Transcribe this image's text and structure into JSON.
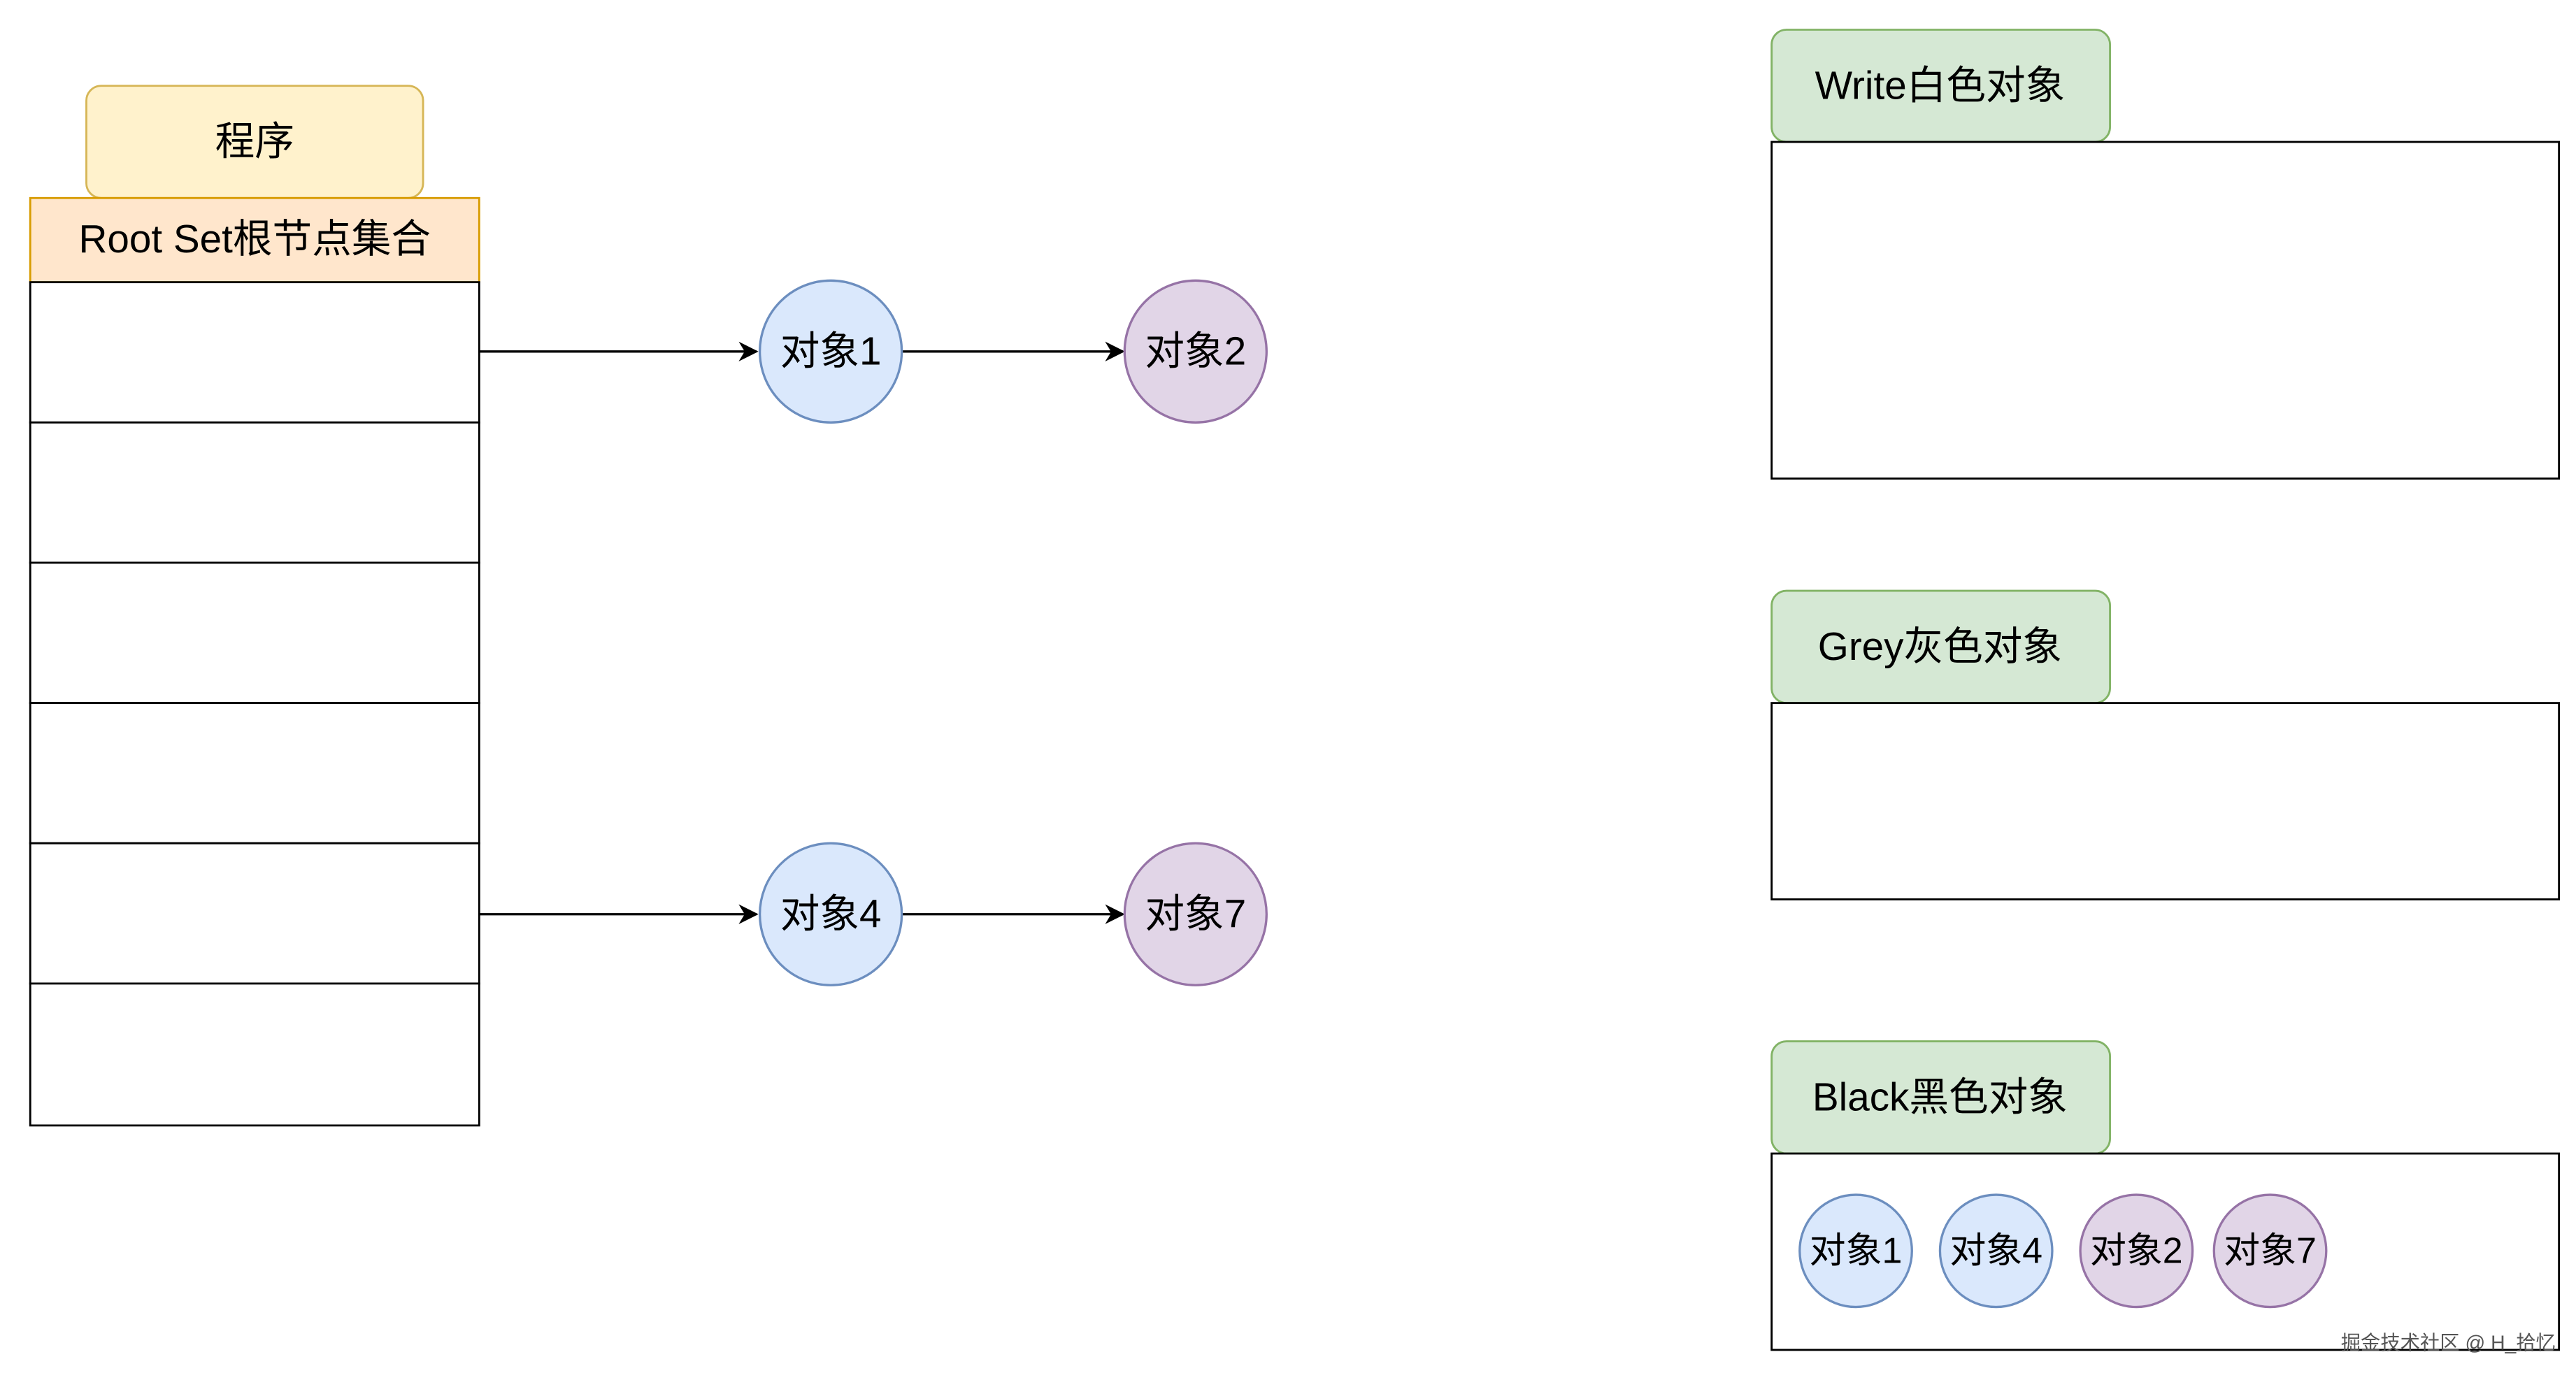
{
  "program": {
    "label": "程序"
  },
  "root_set": {
    "header": "Root Set根节点集合",
    "slot_count": 6
  },
  "graph": {
    "nodes": [
      {
        "id": "obj1",
        "label": "对象1",
        "color": "blue"
      },
      {
        "id": "obj2",
        "label": "对象2",
        "color": "purple"
      },
      {
        "id": "obj4",
        "label": "对象4",
        "color": "blue"
      },
      {
        "id": "obj7",
        "label": "对象7",
        "color": "purple"
      }
    ],
    "edges": [
      {
        "from": "root-slot-1",
        "to": "obj1"
      },
      {
        "from": "obj1",
        "to": "obj2"
      },
      {
        "from": "root-slot-5",
        "to": "obj4"
      },
      {
        "from": "obj4",
        "to": "obj7"
      }
    ]
  },
  "sets": {
    "white": {
      "label": "Write白色对象",
      "items": []
    },
    "grey": {
      "label": "Grey灰色对象",
      "items": []
    },
    "black": {
      "label": "Black黑色对象",
      "items": [
        {
          "label": "对象1",
          "color": "blue"
        },
        {
          "label": "对象4",
          "color": "blue"
        },
        {
          "label": "对象2",
          "color": "purple"
        },
        {
          "label": "对象7",
          "color": "purple"
        }
      ]
    }
  },
  "watermark": "掘金技术社区 @ H_拾忆",
  "colors": {
    "program_fill": "#fff2cc",
    "program_stroke": "#d6b656",
    "root_header_fill": "#ffe6cc",
    "root_header_stroke": "#d79b00",
    "blue_fill": "#dae8fc",
    "blue_stroke": "#6c8ebf",
    "purple_fill": "#e1d5e7",
    "purple_stroke": "#9673a6",
    "green_fill": "#d5e8d4",
    "green_stroke": "#82b366",
    "line": "#000000"
  }
}
